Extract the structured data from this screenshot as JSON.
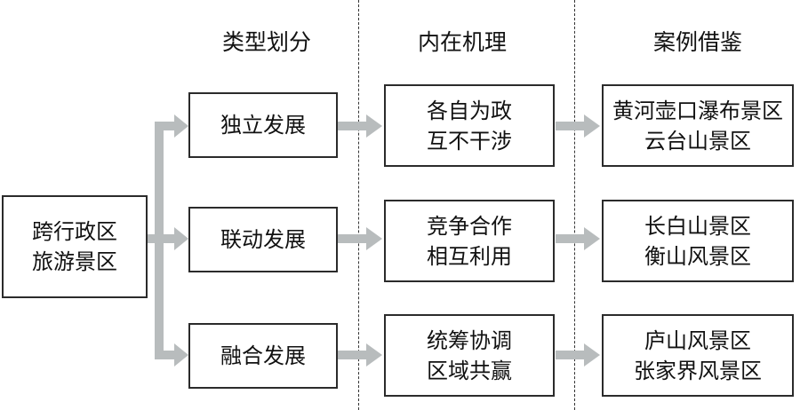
{
  "headers": {
    "types": "类型划分",
    "mechanism": "内在机理",
    "cases": "案例借鉴"
  },
  "root": {
    "lines": [
      "跨行政区",
      "旅游景区"
    ]
  },
  "rows": [
    {
      "type": "独立发展",
      "mechanism": [
        "各自为政",
        "互不干涉"
      ],
      "cases": [
        "黄河壶口瀑布景区",
        "云台山景区"
      ]
    },
    {
      "type": "联动发展",
      "mechanism": [
        "竞争合作",
        "相互利用"
      ],
      "cases": [
        "长白山景区",
        "衡山风景区"
      ]
    },
    {
      "type": "融合发展",
      "mechanism": [
        "统筹协调",
        "区域共赢"
      ],
      "cases": [
        "庐山风景区",
        "张家界风景区"
      ]
    }
  ],
  "colors": {
    "arrow": "#b8bcbd",
    "border": "#2b2b2b"
  }
}
